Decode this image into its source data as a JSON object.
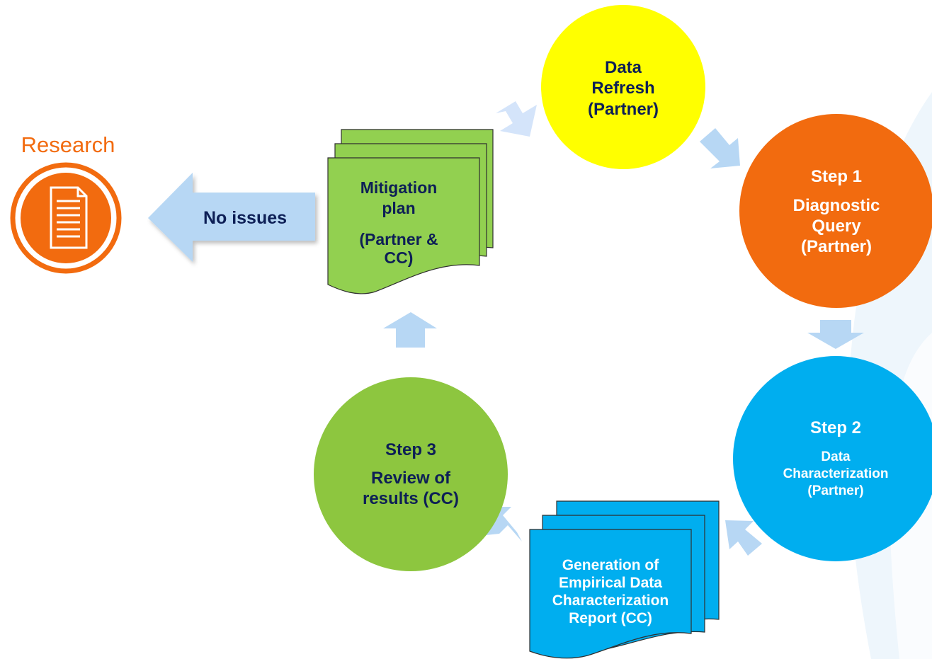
{
  "research": {
    "label": "Research",
    "icon": "document-icon"
  },
  "no_issues_arrow": {
    "label": "No issues"
  },
  "mitigation_doc": {
    "lines": [
      "Mitigation",
      "plan",
      "(Partner &",
      "CC)"
    ]
  },
  "data_refresh": {
    "lines": [
      "Data",
      "Refresh",
      "(Partner)"
    ]
  },
  "step1": {
    "step": "Step 1",
    "lines": [
      "Diagnostic",
      "Query",
      "(Partner)"
    ]
  },
  "step2": {
    "step": "Step 2",
    "lines": [
      "Data",
      "Characterization",
      "(Partner)"
    ]
  },
  "report_doc": {
    "lines": [
      "Generation of",
      "Empirical Data",
      "Characterization",
      "Report (CC)"
    ]
  },
  "step3": {
    "step": "Step 3",
    "lines": [
      "Review of",
      "results (CC)"
    ]
  },
  "colors": {
    "orange": "#f26b0f",
    "yellow": "#ffff00",
    "sky_blue": "#00aeef",
    "green": "#8dc63f",
    "doc_green": "#92d050",
    "arrow_blue": "#b7d7f4",
    "navy_text": "#0d1f56"
  }
}
